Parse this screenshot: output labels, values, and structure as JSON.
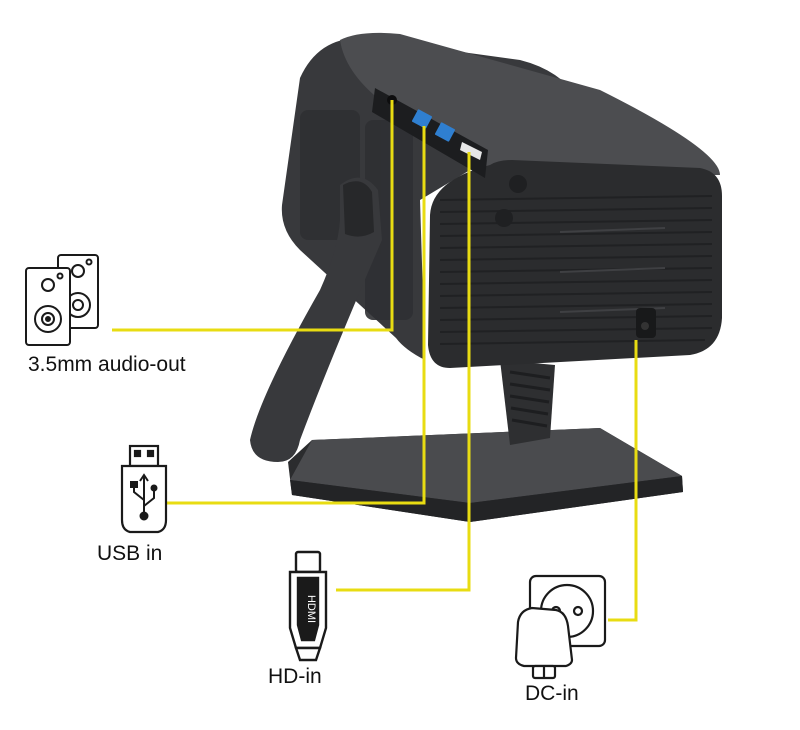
{
  "colors": {
    "background": "#ffffff",
    "leader_line": "#e8dc12",
    "device_body": "#3a3b3d",
    "device_dark": "#2a2b2d",
    "port_blue": "#2f7fd0",
    "icon_stroke": "#1a1a1a"
  },
  "ports": [
    {
      "id": "audio",
      "label": "3.5mm audio-out",
      "icon": "speakers-icon"
    },
    {
      "id": "usb",
      "label": "USB in",
      "icon": "usb-stick-icon"
    },
    {
      "id": "hdmi",
      "label": "HD-in",
      "icon": "hdmi-plug-icon",
      "icon_text": "HDMI"
    },
    {
      "id": "dc",
      "label": "DC-in",
      "icon": "power-plug-icon"
    }
  ]
}
